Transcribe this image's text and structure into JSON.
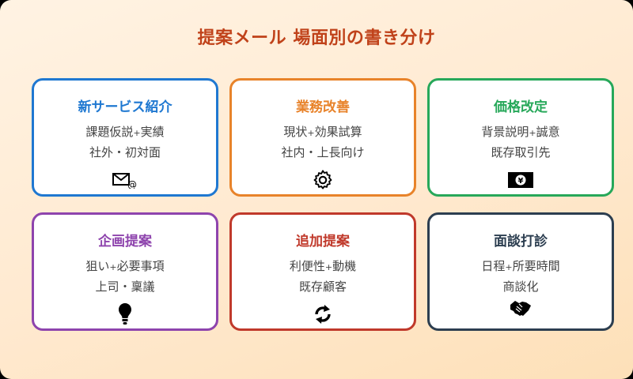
{
  "title": "提案メール 場面別の書き分け",
  "colors": {
    "title": "#c0421a",
    "blue": "#1f78d1",
    "orange": "#e8832a",
    "green": "#27a85a",
    "purple": "#8e44ad",
    "red": "#c0392b",
    "navy": "#2c3e50"
  },
  "cards": [
    {
      "title": "新サービス紹介",
      "line1a": "課題仮説",
      "plus": "+",
      "line1b": "実績",
      "line2": "社外・初対面",
      "icon": "mail-at-icon"
    },
    {
      "title": "業務改善",
      "line1a": "現状",
      "plus": "+",
      "line1b": "効果試算",
      "line2": "社内・上長向け",
      "icon": "gear-icon"
    },
    {
      "title": "価格改定",
      "line1a": "背景説明",
      "plus": "+",
      "line1b": "誠意",
      "line2": "既存取引先",
      "icon": "yen-banknote-icon"
    },
    {
      "title": "企画提案",
      "line1a": "狙い",
      "plus": "+",
      "line1b": "必要事項",
      "line2": "上司・稟議",
      "icon": "lightbulb-icon"
    },
    {
      "title": "追加提案",
      "line1a": "利便性",
      "plus": "+",
      "line1b": "動機",
      "line2": "既存顧客",
      "icon": "refresh-icon"
    },
    {
      "title": "面談打診",
      "line1a": "日程",
      "plus": "+",
      "line1b": "所要時間",
      "line2": "商談化",
      "icon": "handshake-icon"
    }
  ]
}
